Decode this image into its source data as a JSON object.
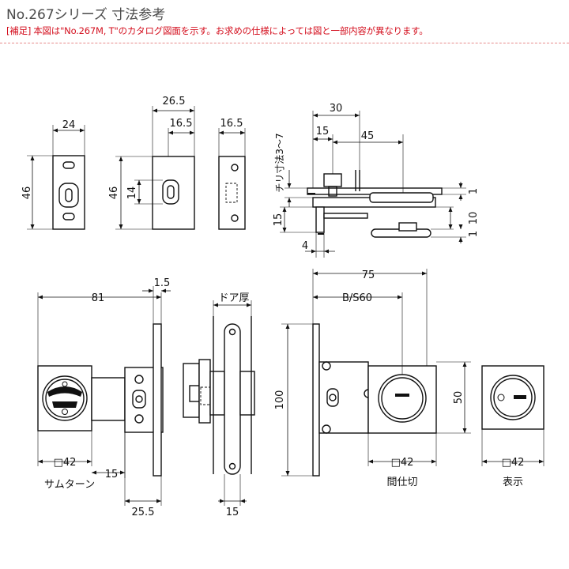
{
  "header": {
    "title": "No.267シリーズ 寸法参考",
    "note_tag": "[補足]",
    "note_text": "本図は\"No.267M, T\"のカタログ図面を示す。お求めの仕様によっては図と一部内容が異なります。"
  },
  "dimensions": {
    "d24": "24",
    "d46a": "46",
    "d26_5": "26.5",
    "d16_5a": "16.5",
    "d46b": "46",
    "d14": "14",
    "d16_5b": "16.5",
    "d30": "30",
    "d15a": "15",
    "d45": "45",
    "chiri": "チリ寸法3～7",
    "d15b": "15",
    "d4": "4",
    "d1a": "1",
    "d10": "10",
    "d1b": "1",
    "d81": "81",
    "d1_5": "1.5",
    "door": "ドア厚",
    "d75": "75",
    "bs60": "B/S60",
    "d100": "100",
    "d50": "50",
    "sq42a": "□42",
    "d15c": "15",
    "d25_5": "25.5",
    "d15d": "15",
    "sq42b": "□42",
    "sq42c": "□42"
  },
  "labels": {
    "thumbturn": "サムターン",
    "partition": "間仕切",
    "indicator": "表示"
  },
  "colors": {
    "note": "#d40f1e",
    "title": "#4a4a4a",
    "line": "#111111"
  }
}
